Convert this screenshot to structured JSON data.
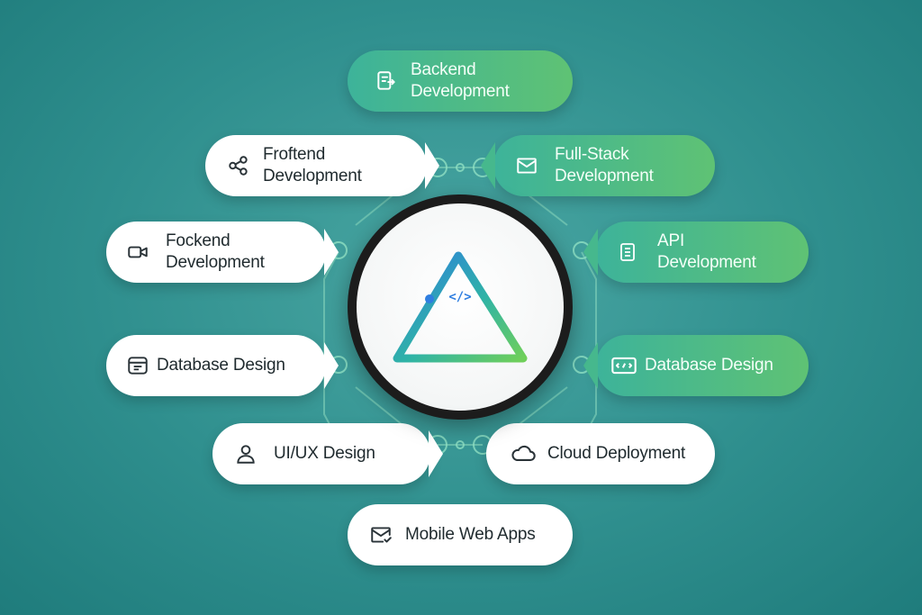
{
  "nodes": {
    "top_center": {
      "label": "Backend\nDevelopment",
      "icon": "document-flow-icon"
    },
    "left_1": {
      "label": "Froftend\nDevelopment",
      "icon": "share-nodes-icon"
    },
    "right_1": {
      "label": "Full-Stack\nDevelopment",
      "icon": "envelope-icon"
    },
    "left_2": {
      "label": "Fockend\nDevelopment",
      "icon": "video-camera-icon"
    },
    "right_2": {
      "label": "API\nDevelopment",
      "icon": "document-list-icon"
    },
    "left_3": {
      "label": "Database Design",
      "icon": "browser-window-icon"
    },
    "right_3": {
      "label": "Database Design",
      "icon": "code-window-icon"
    },
    "left_4": {
      "label": "UI/UX Design",
      "icon": "user-icon"
    },
    "right_4": {
      "label": "Cloud Deployment",
      "icon": "cloud-icon"
    },
    "bottom_center": {
      "label": "Mobile Web Apps",
      "icon": "mail-check-icon"
    }
  },
  "hub": {
    "symbol": "</>",
    "icon": "code-triangle-logo"
  },
  "colors": {
    "background": "#2f8f8e",
    "green_start": "#3db39a",
    "green_end": "#5fc274",
    "hub_ring": "#1c1c1c",
    "logo_blue": "#2f7ee0",
    "logo_green": "#6fcf5a"
  }
}
